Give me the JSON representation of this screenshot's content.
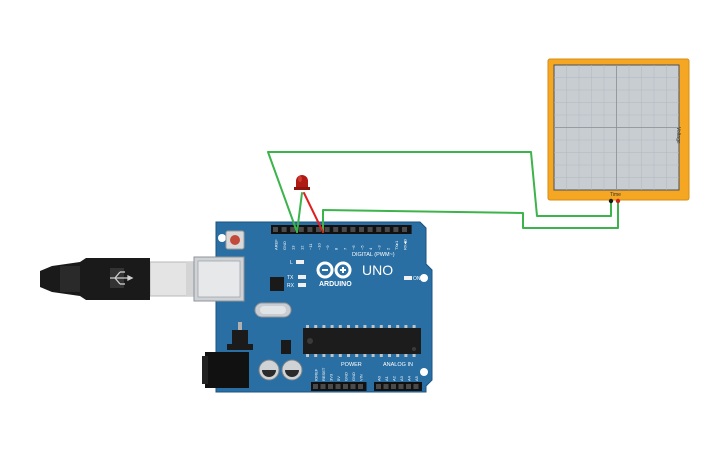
{
  "arduino": {
    "brand": "ARDUINO",
    "model": "UNO",
    "digital_header_label": "DIGITAL (PWM~)",
    "power_label": "POWER",
    "analog_label": "ANALOG IN",
    "tx_label": "TX",
    "rx_label": "RX",
    "l_label": "L",
    "on_label": "ON",
    "digital_pins": [
      "AREF",
      "GND",
      "13",
      "12",
      "~11",
      "~10",
      "~9",
      "8",
      "7",
      "~6",
      "~5",
      "4",
      "~3",
      "2",
      "TX▸1",
      "RX◀0"
    ],
    "power_pins": [
      "IOREF",
      "RESET",
      "3V3",
      "5V",
      "GND",
      "GND",
      "VIN"
    ],
    "analog_pins": [
      "A0",
      "A1",
      "A2",
      "A3",
      "A4",
      "A5"
    ]
  },
  "oscilloscope": {
    "x_label": "Time",
    "y_label": "Voltage"
  },
  "colors": {
    "board": "#2a6fa3",
    "board_edge": "#1b5382",
    "scope_frame": "#f5a623",
    "scope_screen": "#c8cdd2",
    "wire": "#3cb44b",
    "wire_red": "#e02020",
    "led": "#b01a14"
  }
}
